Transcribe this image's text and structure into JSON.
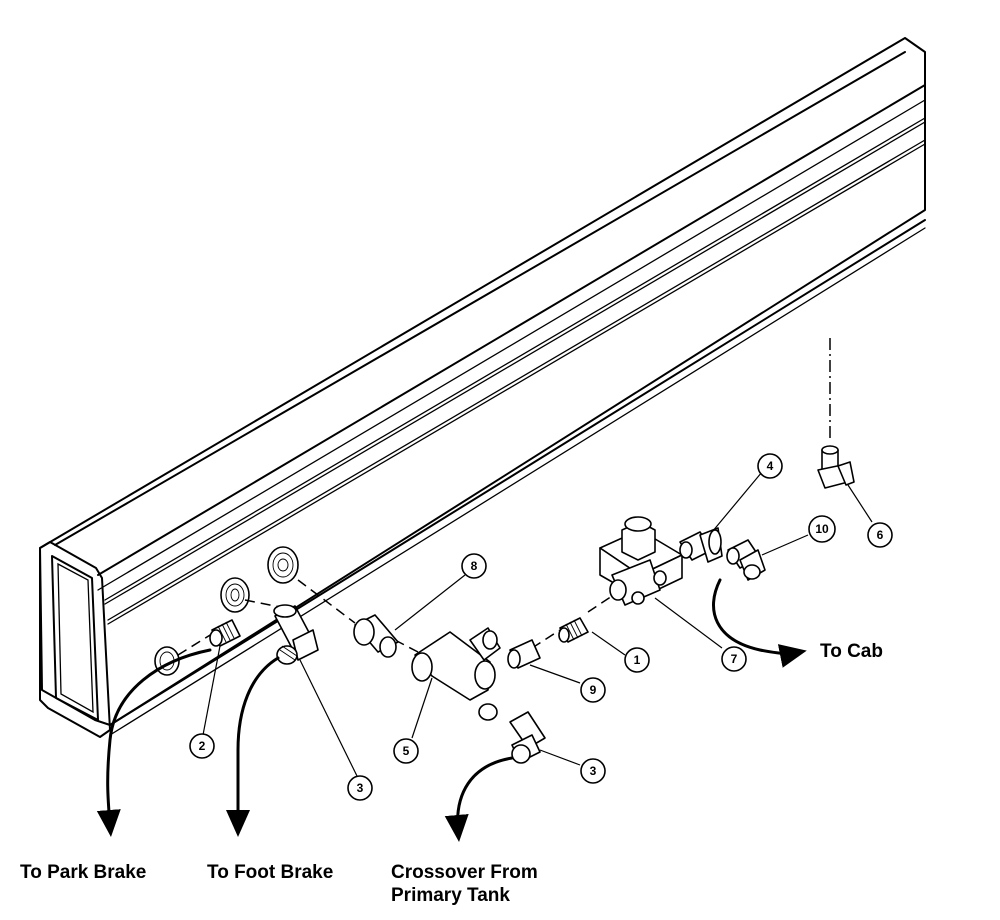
{
  "callouts": [
    {
      "id": "c1",
      "number": "1"
    },
    {
      "id": "c2",
      "number": "2"
    },
    {
      "id": "c3a",
      "number": "3"
    },
    {
      "id": "c3b",
      "number": "3"
    },
    {
      "id": "c4",
      "number": "4"
    },
    {
      "id": "c5",
      "number": "5"
    },
    {
      "id": "c6",
      "number": "6"
    },
    {
      "id": "c7",
      "number": "7"
    },
    {
      "id": "c8",
      "number": "8"
    },
    {
      "id": "c9",
      "number": "9"
    },
    {
      "id": "c10",
      "number": "10"
    }
  ],
  "labels": {
    "to_cab": "To Cab",
    "to_park_brake": "To Park Brake",
    "to_foot_brake": "To Foot Brake",
    "crossover_line1": "Crossover From",
    "crossover_line2": "Primary Tank"
  }
}
